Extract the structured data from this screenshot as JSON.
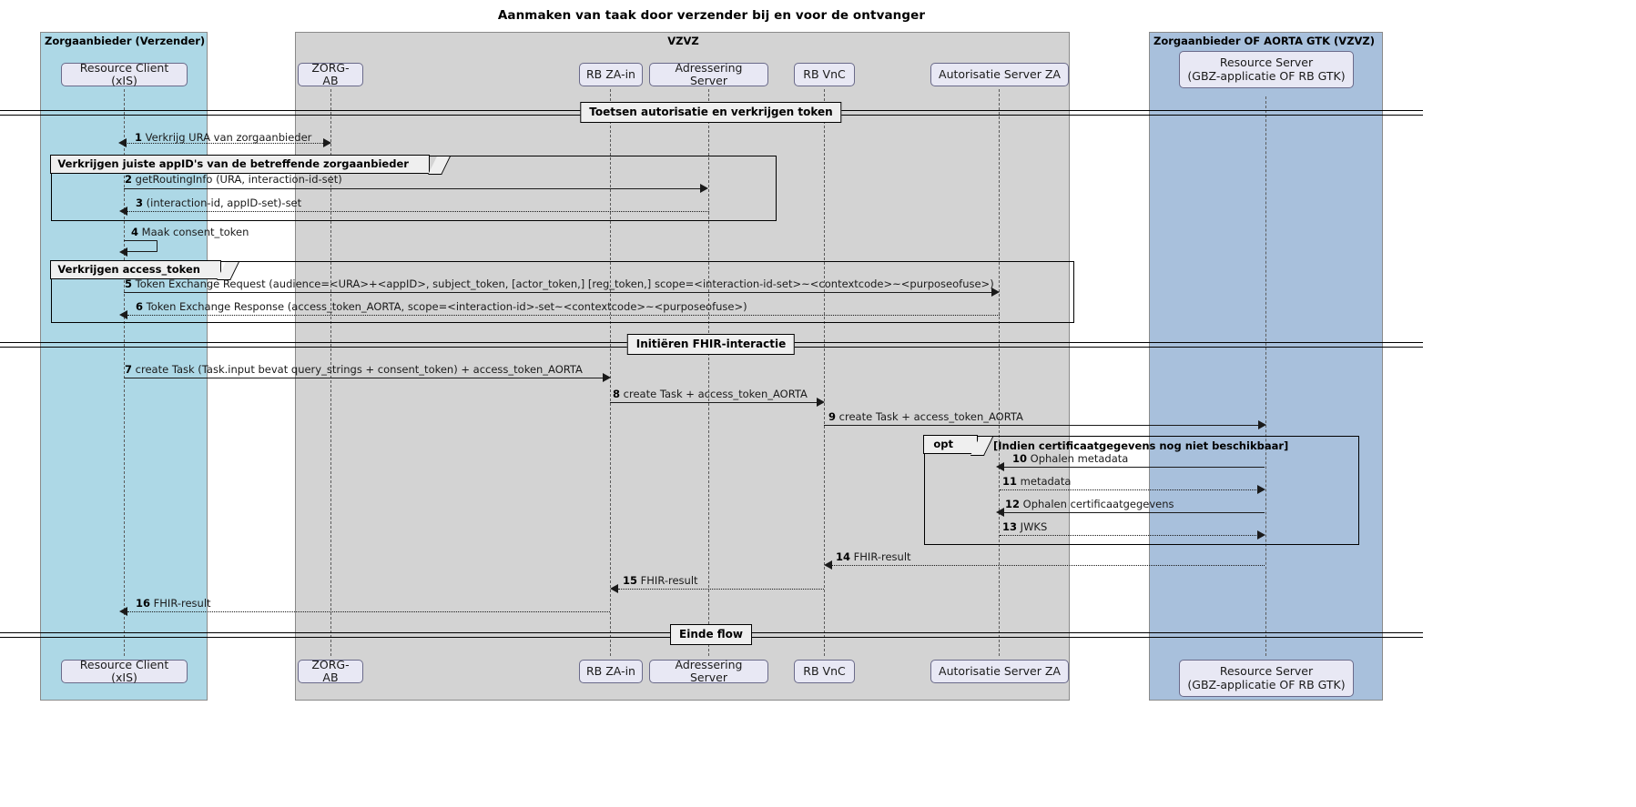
{
  "title": "Aanmaken van taak door verzender bij en voor de ontvanger",
  "groups": [
    {
      "id": "verzender",
      "label": "Zorgaanbieder (Verzender)",
      "color": "#add8e6"
    },
    {
      "id": "vzvz",
      "label": "VZVZ",
      "color": "#d3d3d3"
    },
    {
      "id": "ontvanger",
      "label": "Zorgaanbieder OF AORTA GTK (VZVZ)",
      "color": "#a8c0dc"
    }
  ],
  "participants": [
    {
      "id": "xis",
      "label": "Resource Client (xIS)"
    },
    {
      "id": "zorgab",
      "label": "ZORG-AB"
    },
    {
      "id": "rbzain",
      "label": "RB ZA-in"
    },
    {
      "id": "adres",
      "label": "Adressering Server"
    },
    {
      "id": "rbvnc",
      "label": "RB VnC"
    },
    {
      "id": "autza",
      "label": "Autorisatie Server ZA"
    },
    {
      "id": "rs",
      "label": "Resource Server\n(GBZ-applicatie OF RB GTK)"
    }
  ],
  "dividers": [
    {
      "id": "div1",
      "label": "Toetsen autorisatie en verkrijgen token"
    },
    {
      "id": "div2",
      "label": "Initiëren FHIR-interactie"
    },
    {
      "id": "div3",
      "label": "Einde flow"
    }
  ],
  "frames": [
    {
      "id": "frame-appid",
      "kind": "group",
      "tab": "Verkrijgen juiste appID's van de betreffende zorgaanbieder",
      "condition": ""
    },
    {
      "id": "frame-token",
      "kind": "group",
      "tab": "Verkrijgen access_token",
      "condition": ""
    },
    {
      "id": "frame-opt",
      "kind": "opt",
      "tab": "opt",
      "condition": "[Indien certificaatgegevens nog niet beschikbaar]"
    }
  ],
  "messages": [
    {
      "num": "1",
      "text": "Verkrijg URA van zorgaanbieder",
      "from": "xis",
      "to": "zorgab",
      "style": "dotted",
      "arrows": "both"
    },
    {
      "num": "2",
      "text": "getRoutingInfo (URA, interaction-id-set)",
      "from": "xis",
      "to": "adres",
      "style": "solid",
      "arrows": "right"
    },
    {
      "num": "3",
      "text": "(interaction-id, appID-set)-set",
      "from": "adres",
      "to": "xis",
      "style": "dotted",
      "arrows": "left"
    },
    {
      "num": "4",
      "text": "Maak consent_token",
      "from": "xis",
      "to": "xis",
      "style": "solid",
      "arrows": "self"
    },
    {
      "num": "5",
      "text": "Token Exchange Request (audience=<URA>+<appID>, subject_token, [actor_token,] [reg_token,] scope=<interaction-id-set>~<contextcode>~<purposeofuse>)",
      "from": "xis",
      "to": "autza",
      "style": "solid",
      "arrows": "right"
    },
    {
      "num": "6",
      "text": "Token Exchange Response (access_token_AORTA, scope=<interaction-id>-set~<contextcode>~<purposeofuse>)",
      "from": "autza",
      "to": "xis",
      "style": "dotted",
      "arrows": "left"
    },
    {
      "num": "7",
      "text": "create Task (Task.input bevat query_strings + consent_token) + access_token_AORTA",
      "from": "xis",
      "to": "rbzain",
      "style": "solid",
      "arrows": "right"
    },
    {
      "num": "8",
      "text": "create Task + access_token_AORTA",
      "from": "rbzain",
      "to": "rbvnc",
      "style": "solid",
      "arrows": "right"
    },
    {
      "num": "9",
      "text": "create Task + access_token_AORTA",
      "from": "rbvnc",
      "to": "rs",
      "style": "solid",
      "arrows": "right"
    },
    {
      "num": "10",
      "text": "Ophalen metadata",
      "from": "rs",
      "to": "autza",
      "style": "solid",
      "arrows": "left"
    },
    {
      "num": "11",
      "text": "metadata",
      "from": "autza",
      "to": "rs",
      "style": "dotted",
      "arrows": "right"
    },
    {
      "num": "12",
      "text": "Ophalen certificaatgegevens",
      "from": "rs",
      "to": "autza",
      "style": "solid",
      "arrows": "left"
    },
    {
      "num": "13",
      "text": "JWKS",
      "from": "autza",
      "to": "rs",
      "style": "dotted",
      "arrows": "right"
    },
    {
      "num": "14",
      "text": "FHIR-result",
      "from": "rs",
      "to": "rbvnc",
      "style": "dotted",
      "arrows": "left"
    },
    {
      "num": "15",
      "text": "FHIR-result",
      "from": "rbvnc",
      "to": "rbzain",
      "style": "dotted",
      "arrows": "left"
    },
    {
      "num": "16",
      "text": "FHIR-result",
      "from": "rbzain",
      "to": "xis",
      "style": "dotted",
      "arrows": "left"
    }
  ]
}
